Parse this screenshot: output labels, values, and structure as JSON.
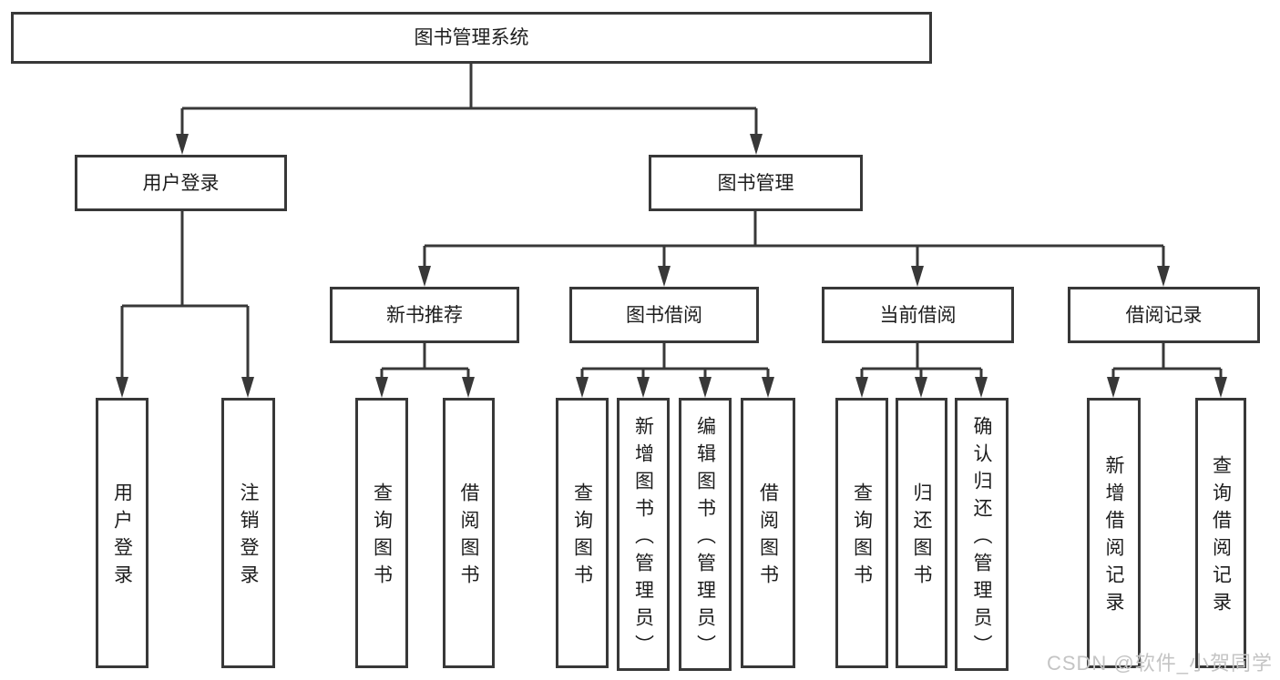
{
  "diagram_type": "hierarchy-tree",
  "tree": {
    "label": "图书管理系统",
    "children": [
      {
        "label": "用户登录",
        "children": [
          {
            "label": "用户登录"
          },
          {
            "label": "注销登录"
          }
        ]
      },
      {
        "label": "图书管理",
        "children": [
          {
            "label": "新书推荐",
            "children": [
              {
                "label": "查询图书"
              },
              {
                "label": "借阅图书"
              }
            ]
          },
          {
            "label": "图书借阅",
            "children": [
              {
                "label": "查询图书"
              },
              {
                "label": "新增图书（管理员）"
              },
              {
                "label": "编辑图书（管理员）"
              },
              {
                "label": "借阅图书"
              }
            ]
          },
          {
            "label": "当前借阅",
            "children": [
              {
                "label": "查询图书"
              },
              {
                "label": "归还图书"
              },
              {
                "label": "确认归还（管理员）"
              }
            ]
          },
          {
            "label": "借阅记录",
            "children": [
              {
                "label": "新增借阅记录"
              },
              {
                "label": "查询借阅记录"
              }
            ]
          }
        ]
      }
    ]
  },
  "watermark": "CSDN @软件_小贺同学",
  "colors": {
    "line": "#383838",
    "text": "#1d1d1d",
    "box_bg": "#ffffff",
    "watermark": "#c4c4c4",
    "page_bg": "#ffffff"
  }
}
